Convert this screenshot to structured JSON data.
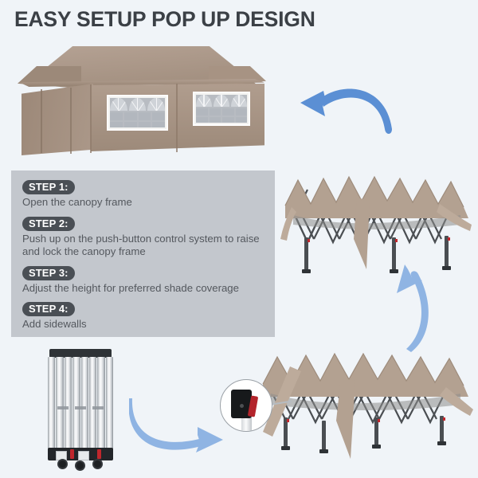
{
  "page": {
    "title": "EASY SETUP POP UP DESIGN",
    "background_color": "#f0f4f8",
    "title_color": "#3b4046"
  },
  "steps_panel": {
    "background_color": "#c3c7cd",
    "badge_color": "#4a4f55",
    "text_color": "#54585e",
    "steps": [
      {
        "badge": "STEP 1:",
        "text": "Open the canopy frame"
      },
      {
        "badge": "STEP 2:",
        "text": "Push up on the push-button control system to raise and lock the canopy frame"
      },
      {
        "badge": "STEP 3:",
        "text": "Adjust the height for preferred shade coverage"
      },
      {
        "badge": "STEP 4:",
        "text": "Add sidewalls"
      }
    ]
  },
  "images": {
    "tent_assembled": {
      "name": "canopy-tent-with-sidewalls",
      "fabric_color": "#a89384",
      "roof_color": "#b5a294",
      "window_frame_color": "#ffffff",
      "window_glass_color": "#b8bcc2",
      "window_count": 2
    },
    "frame_expanded_top": {
      "name": "canopy-frame-partially-expanded",
      "fabric_color": "#b2a090",
      "truss_color": "#4a4e52",
      "leg_count": 6
    },
    "frame_expanded_bottom": {
      "name": "canopy-frame-expanded-with-legs",
      "fabric_color": "#b2a090",
      "truss_color": "#4a4e52",
      "leg_count": 6
    },
    "frame_folded": {
      "name": "canopy-frame-folded-collapsed",
      "leg_color": "#eceef0",
      "cap_color": "#23262a",
      "accent_color": "#c0272d"
    },
    "inset_detail": {
      "name": "push-button-control-system-detail",
      "housing_color": "#17191b",
      "lever_color": "#b3242b"
    }
  },
  "arrows": {
    "color": "#5b8fd4",
    "color_light": "#8fb4e3",
    "items": [
      {
        "name": "arrow-top-curve-left",
        "direction": "left"
      },
      {
        "name": "arrow-middle-curve-up",
        "direction": "up"
      },
      {
        "name": "arrow-bottom-curve-right",
        "direction": "right"
      }
    ]
  }
}
